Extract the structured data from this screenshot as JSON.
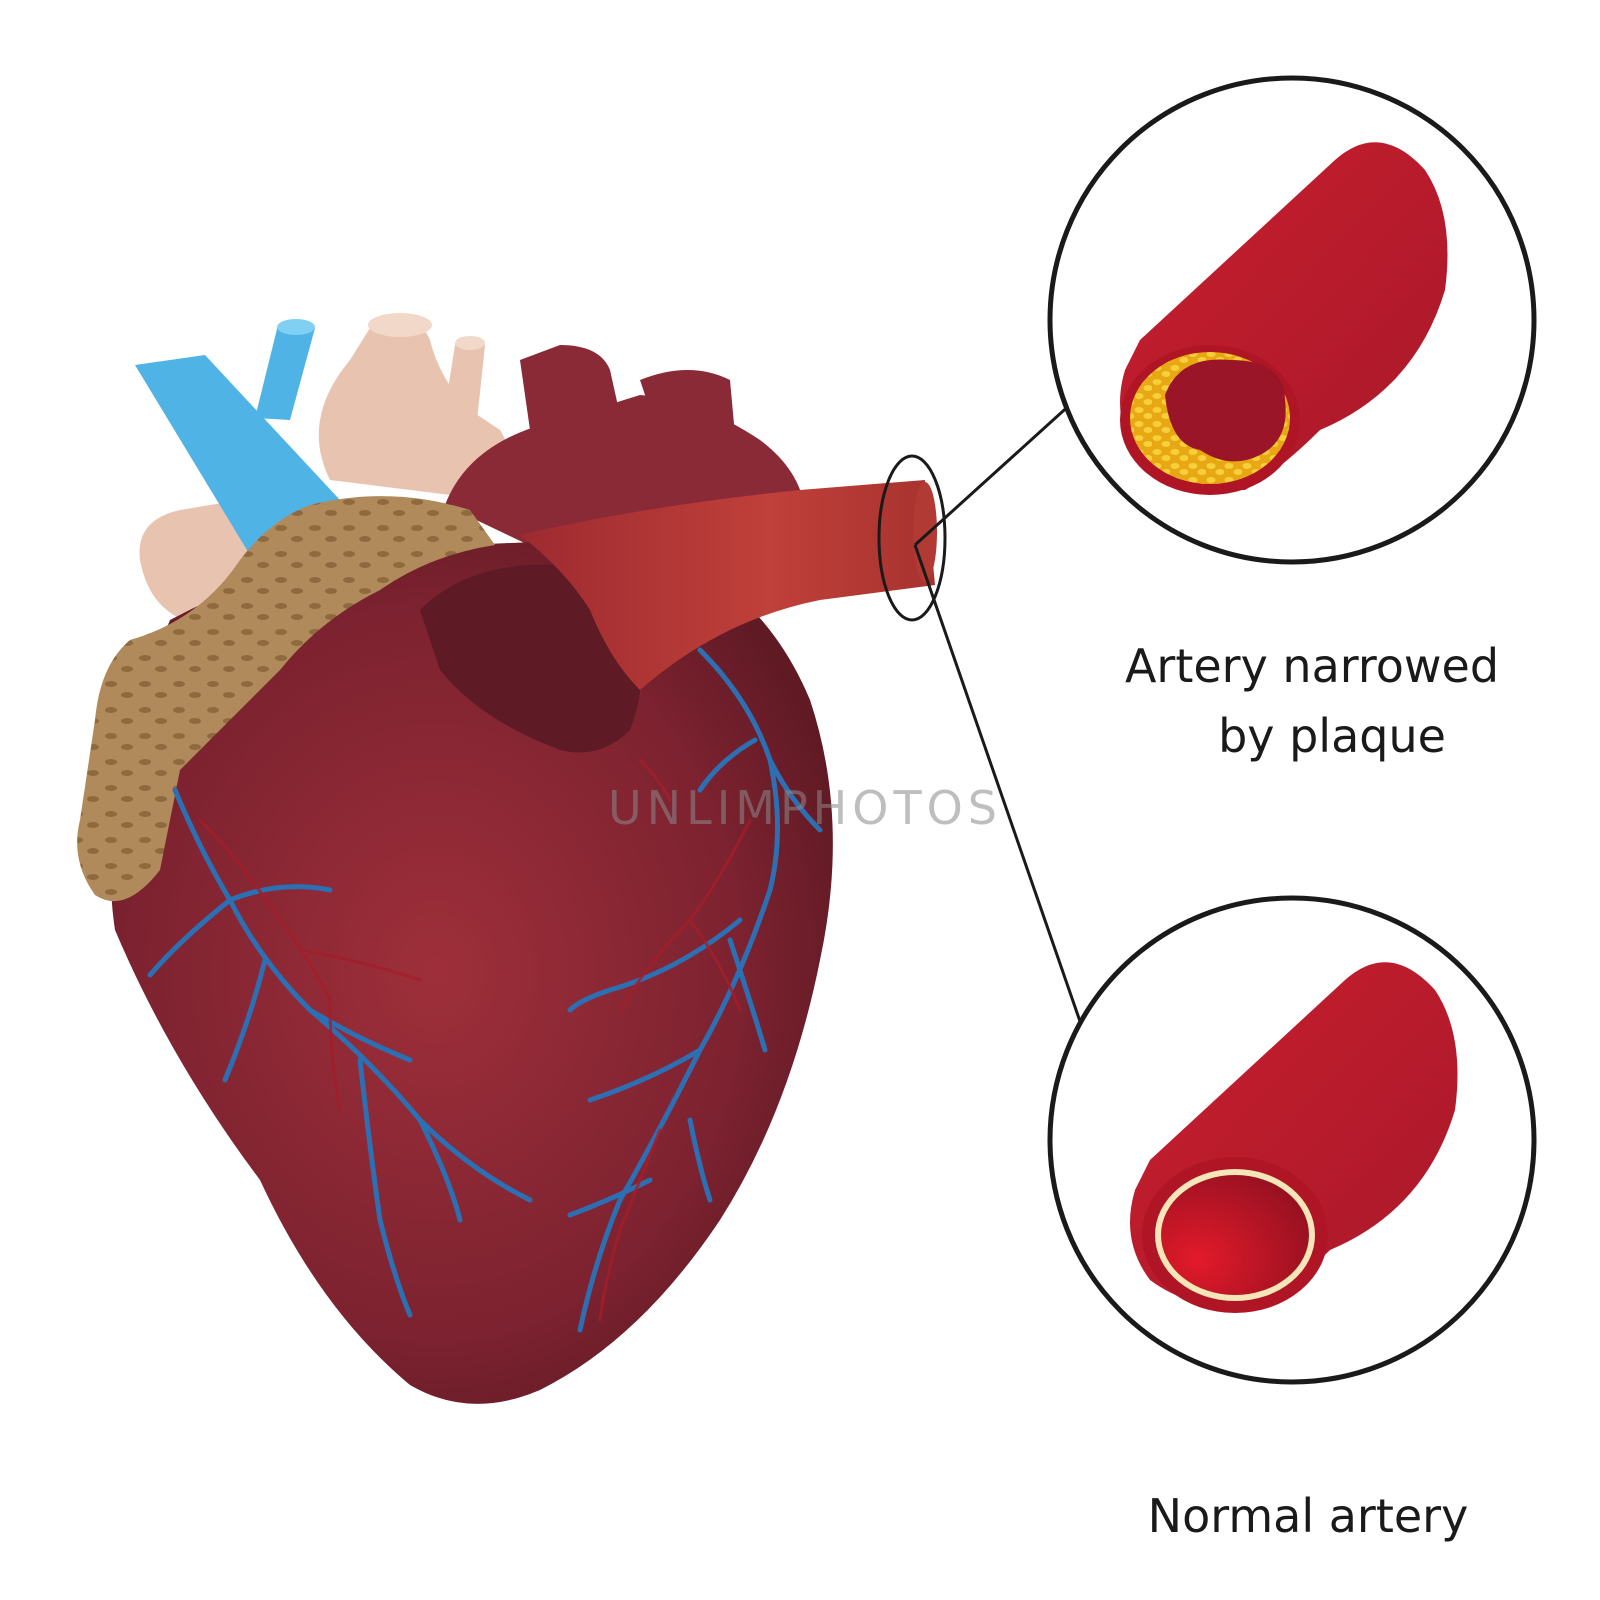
{
  "labels": {
    "narrowed_line1": "Artery narrowed",
    "narrowed_line2": "by plaque",
    "normal": "Normal artery"
  },
  "watermark": "UNLIMPHOTOS",
  "colors": {
    "heart": "#8a2a36",
    "heart_dark": "#5e1b25",
    "vein_blue": "#2c6fb3",
    "vessel_blue": "#4fb3e6",
    "vessel_pink": "#e8c4b0",
    "fat": "#b08a5a",
    "artery_red": "#c0202e",
    "plaque_yellow": "#f2c22b",
    "lining": "#f4e6b8",
    "outline": "#1a1a1a"
  }
}
